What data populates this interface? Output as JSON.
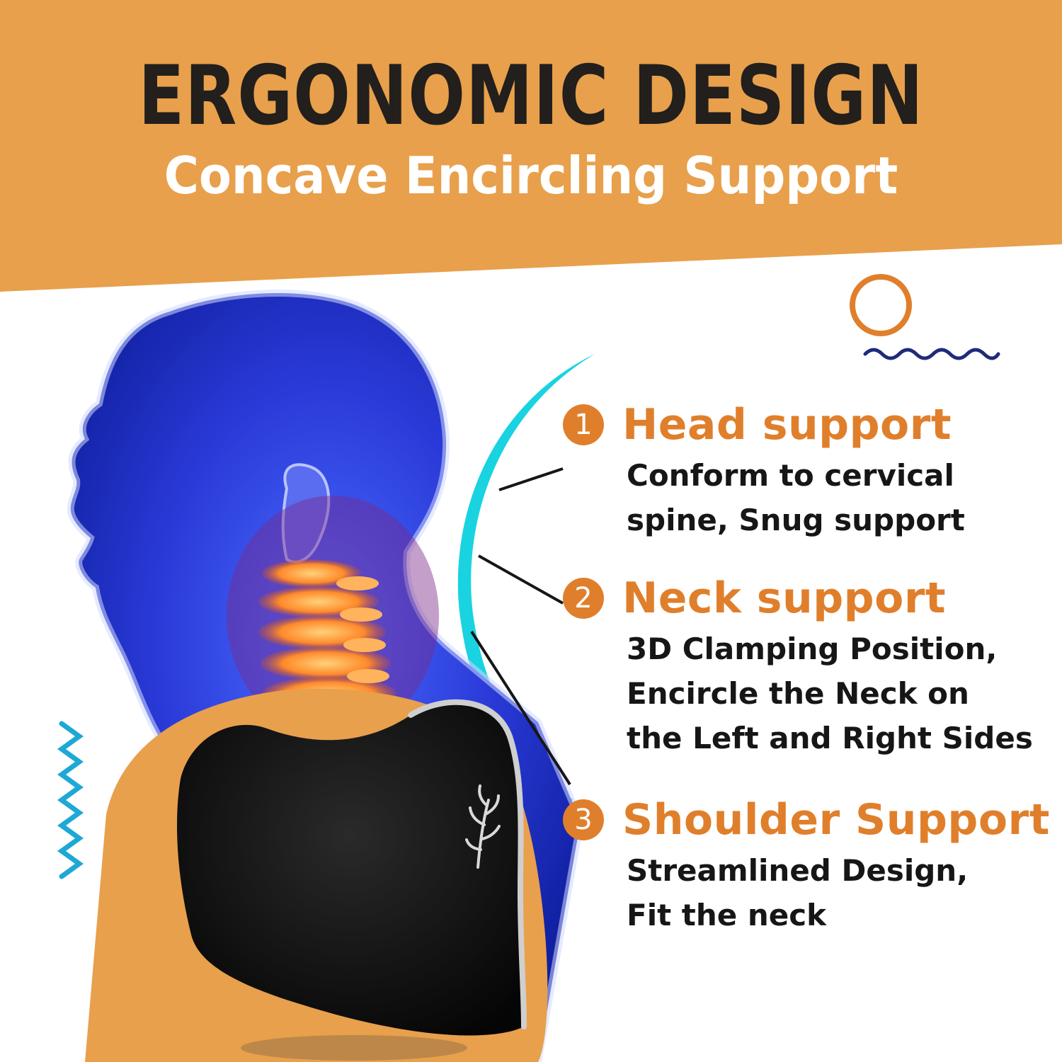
{
  "header": {
    "title": "ERGONOMIC DESIGN",
    "subtitle": "Concave Encircling Support"
  },
  "features": [
    {
      "number": "1",
      "title": "Head support",
      "lines": [
        "Conform to cervical",
        "spine, Snug support"
      ]
    },
    {
      "number": "2",
      "title": "Neck support",
      "lines": [
        "3D Clamping Position,",
        "Encircle the Neck on",
        "the Left and Right Sides"
      ]
    },
    {
      "number": "3",
      "title": "Shoulder Support",
      "lines": [
        "Streamlined Design,",
        "Fit the neck"
      ]
    }
  ],
  "colors": {
    "orange_band": "#e8a04c",
    "accent_orange": "#e07f2b",
    "headline_dark": "#221f1c",
    "cyan_arc": "#19d3e0",
    "pillow_black": "#0d0d0d",
    "wave_navy": "#1f2a7a",
    "zigzag_blue": "#1ea8d6"
  },
  "icons": [
    "sun-circle-icon",
    "wave-line-icon",
    "zigzag-icon",
    "plant-logo-icon"
  ]
}
